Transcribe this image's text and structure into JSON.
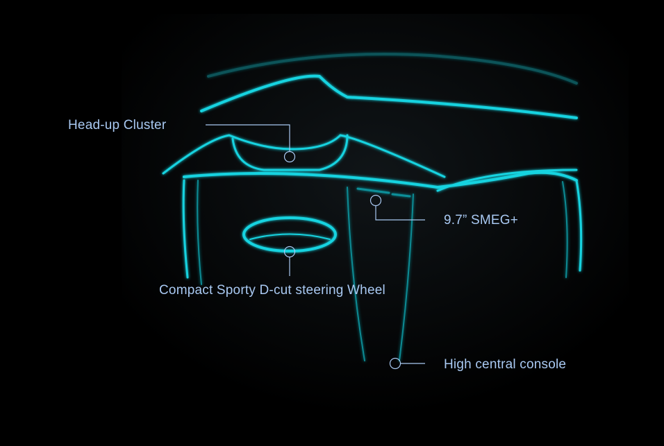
{
  "labels": {
    "head_up_cluster": "Head-up Cluster",
    "smeg": "9.7” SMEG+",
    "steering_wheel": "Compact Sporty D-cut steering Wheel",
    "console": "High central console"
  },
  "colors": {
    "glow": "#19d3e0",
    "label_text": "#a9c9f2",
    "callout_line": "#a9c9f2",
    "background": "#000000"
  }
}
